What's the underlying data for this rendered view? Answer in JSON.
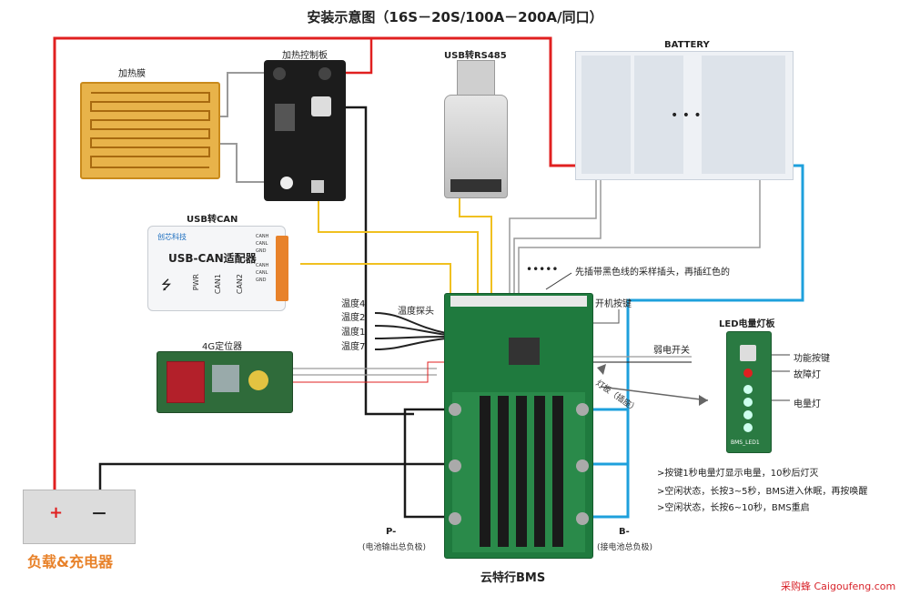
{
  "title": "安装示意图（16S－20S/100A－200A/同口）",
  "components": {
    "heater_film": "加热膜",
    "heater_board": "加热控制板",
    "usb_rs485": "USB转RS485",
    "battery": "BATTERY",
    "battery_ellipsis": "• • •",
    "usb_can": "USB转CAN",
    "usb_can_device": {
      "brand": "创芯科技",
      "name": "USB-CAN适配器",
      "ports": [
        "PWR",
        "CAN1",
        "CAN2"
      ],
      "side_labels": [
        "CANH",
        "CANL",
        "GND",
        "CANH",
        "CANL",
        "GND"
      ]
    },
    "locator_4g": "4G定位器",
    "temp_probe": "温度探头",
    "temps": [
      "温度4",
      "温度2",
      "温度1",
      "温度7"
    ],
    "power_button": "开机按键",
    "weak_switch": "弱电开关",
    "light_board_tag": "灯板（插座）",
    "led_board": "LED电量灯板",
    "led_board_id": "BMS_LED1",
    "led_labels": [
      "功能按键",
      "故障灯",
      "电量灯"
    ],
    "bms_name": "云特行BMS",
    "p_minus": "P-",
    "p_minus_note": "(电池输出总负极)",
    "b_minus": "B-",
    "b_minus_note": "(接电池总负极)",
    "load_charger": "负载&充电器",
    "sample_note": "先插带黑色线的采样插头，再插红色的",
    "dots": "•••••",
    "plus_sign": "+",
    "minus_sign": "－",
    "notes": [
      ">按键1秒电量灯显示电量，10秒后灯灭",
      ">空闲状态，长按3~5秒，BMS进入休眠，再按唤醒",
      ">空闲状态，长按6~10秒，BMS重启"
    ],
    "watermark": "采购蜂 Caigoufeng.com"
  },
  "colors": {
    "red_wire": "#e02020",
    "black_wire": "#1a1a1a",
    "blue_wire": "#1ea0dc",
    "yellow_wire": "#f0c020",
    "grey_wire": "#9a9a9a",
    "pcb_green": "#1f7a3e",
    "accent_orange": "#e8822a"
  }
}
